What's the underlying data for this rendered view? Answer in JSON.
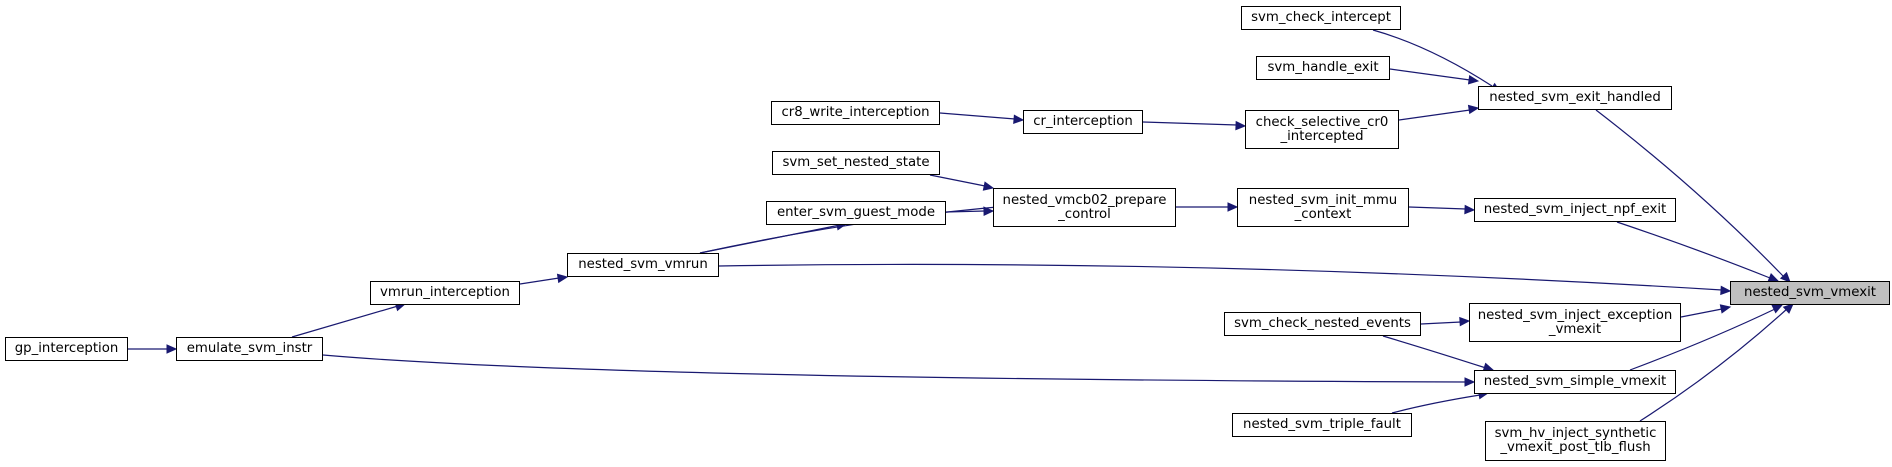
{
  "diagram": {
    "type": "call-graph",
    "edge_color": "#191970",
    "root_fill": "#bfbfbf",
    "nodes": {
      "root": {
        "lines": [
          "nested_svm_vmexit"
        ]
      },
      "exit_handled": {
        "lines": [
          "nested_svm_exit_handled"
        ]
      },
      "check_intercept": {
        "lines": [
          "svm_check_intercept"
        ]
      },
      "handle_exit": {
        "lines": [
          "svm_handle_exit"
        ]
      },
      "check_cr0": {
        "lines": [
          "check_selective_cr0",
          "_intercepted"
        ]
      },
      "cr_interception": {
        "lines": [
          "cr_interception"
        ]
      },
      "cr8_write": {
        "lines": [
          "cr8_write_interception"
        ]
      },
      "inject_npf": {
        "lines": [
          "nested_svm_inject_npf_exit"
        ]
      },
      "init_mmu": {
        "lines": [
          "nested_svm_init_mmu",
          "_context"
        ]
      },
      "vmcb02_prepare": {
        "lines": [
          "nested_vmcb02_prepare",
          "_control"
        ]
      },
      "set_nested_state": {
        "lines": [
          "svm_set_nested_state"
        ]
      },
      "enter_guest": {
        "lines": [
          "enter_svm_guest_mode"
        ]
      },
      "vmrun": {
        "lines": [
          "nested_svm_vmrun"
        ]
      },
      "vmrun_interception": {
        "lines": [
          "vmrun_interception"
        ]
      },
      "emulate": {
        "lines": [
          "emulate_svm_instr"
        ]
      },
      "gp": {
        "lines": [
          "gp_interception"
        ]
      },
      "inject_exception": {
        "lines": [
          "nested_svm_inject_exception",
          "_vmexit"
        ]
      },
      "check_nested_events": {
        "lines": [
          "svm_check_nested_events"
        ]
      },
      "simple_vmexit": {
        "lines": [
          "nested_svm_simple_vmexit"
        ]
      },
      "triple_fault": {
        "lines": [
          "nested_svm_triple_fault"
        ]
      },
      "hv_inject": {
        "lines": [
          "svm_hv_inject_synthetic",
          "_vmexit_post_tlb_flush"
        ]
      }
    }
  }
}
